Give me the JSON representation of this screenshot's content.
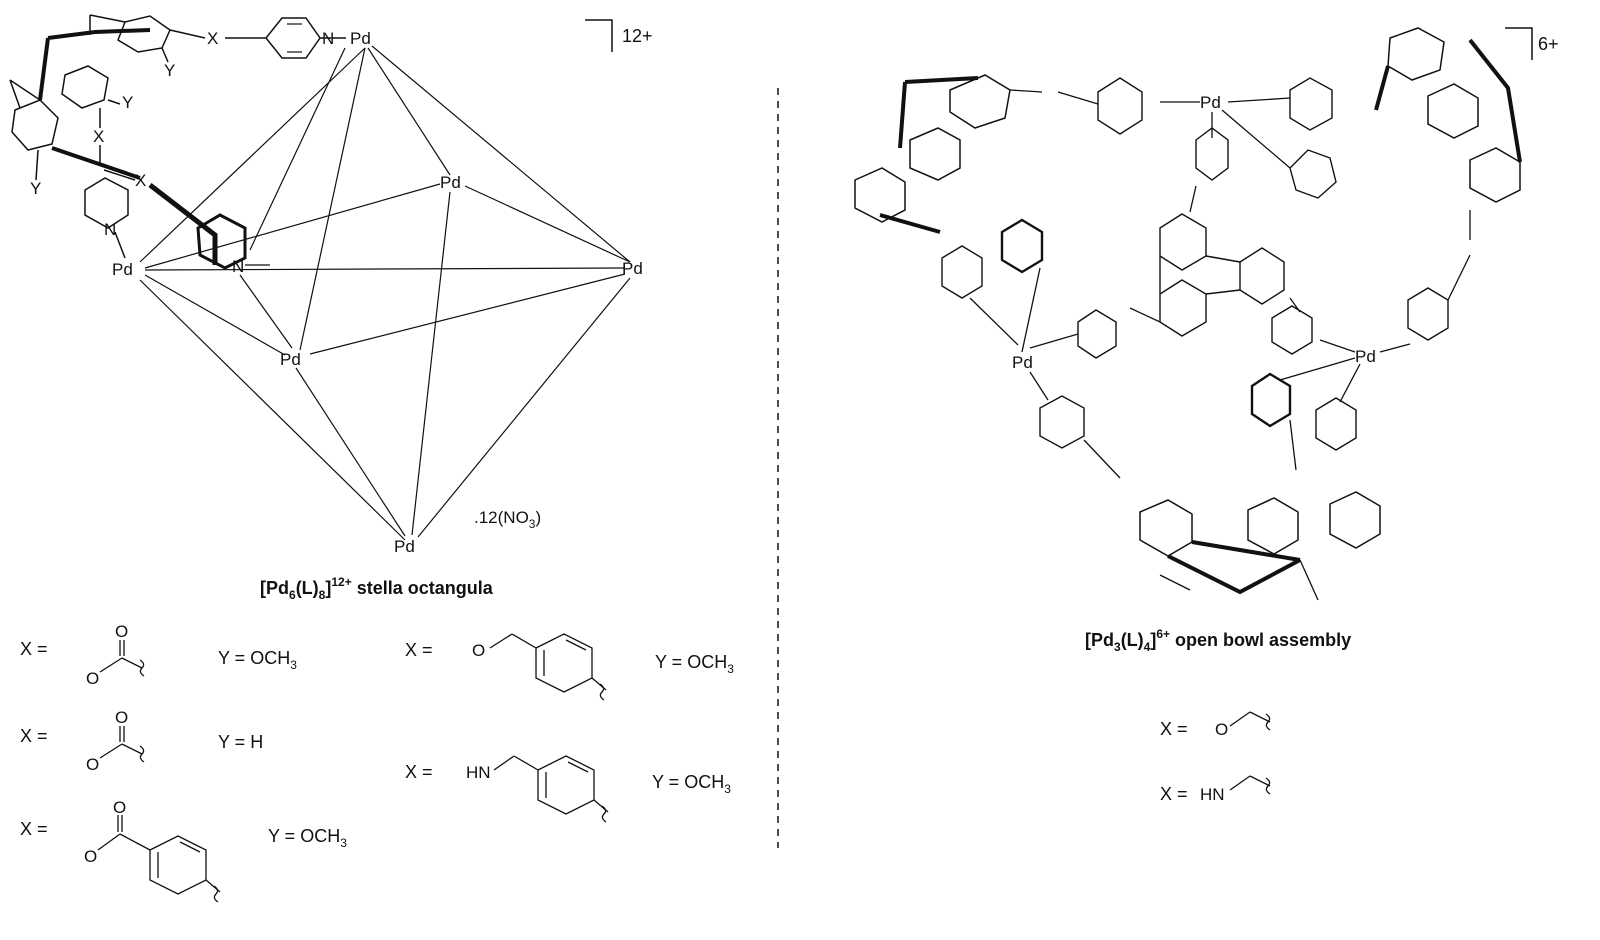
{
  "left": {
    "charge": "12+",
    "counterion": ".12(NO",
    "counterion_sub": "3",
    "counterion_close": ")",
    "caption": {
      "p1": "[Pd",
      "sub1": "6",
      "p2": "(L)",
      "sub2": "8",
      "p3": "]",
      "sup": "12+",
      "p4": " stella octangula"
    },
    "atoms": {
      "pd": "Pd",
      "n": "N",
      "x": "X",
      "y": "Y",
      "o": "O"
    },
    "variants": [
      {
        "x_label": "X =",
        "y_label": "Y = OCH",
        "y_sub": "3"
      },
      {
        "x_label": "X =",
        "y_label": "Y = H",
        "y_sub": ""
      },
      {
        "x_label": "X =",
        "y_label": "Y = OCH",
        "y_sub": "3"
      },
      {
        "x_label": "X =",
        "x_group": "O",
        "y_label": "Y = OCH",
        "y_sub": "3"
      },
      {
        "x_label": "X =",
        "x_group": "HN",
        "y_label": "Y = OCH",
        "y_sub": "3"
      }
    ]
  },
  "right": {
    "charge": "6+",
    "caption": {
      "p1": "[Pd",
      "sub1": "3",
      "p2": "(L)",
      "sub2": "4",
      "p3": "]",
      "sup": "6+",
      "p4": " open bowl assembly"
    },
    "variants": [
      {
        "x_label": "X =",
        "x_group": "O"
      },
      {
        "x_label": "X =",
        "x_group": "HN"
      }
    ]
  }
}
